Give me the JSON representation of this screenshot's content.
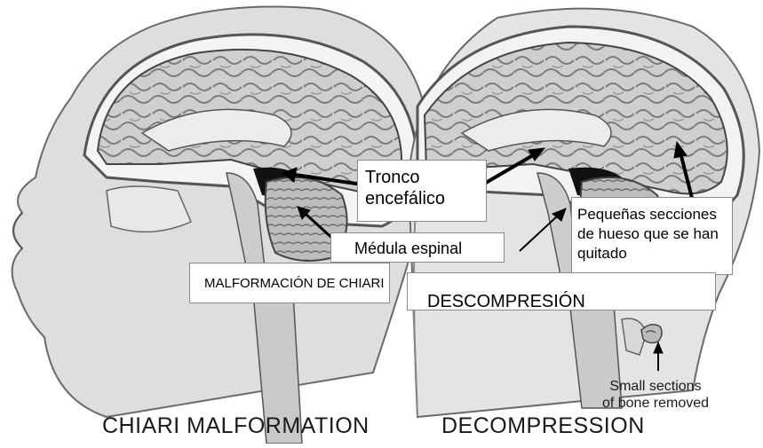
{
  "spanish_labels": {
    "tronco_line1": "Tronco",
    "tronco_line2": "encefálico",
    "medula": "Médula espinal",
    "pequenas_line1": "Pequeñas secciones",
    "pequenas_line2": "de hueso que se han",
    "pequenas_line3": "quitado",
    "malformacion": "MALFORMACIÓN DE CHIARI",
    "descompresion": "DESCOMPRESIÓN"
  },
  "english_labels": {
    "left_caption": "CHIARI MALFORMATION",
    "right_caption": "DECOMPRESSION",
    "bone_line1": "Small sections",
    "bone_line2": "of bone removed"
  },
  "colors": {
    "skin": "#dcdcdc",
    "brain": "#c4c4c4",
    "brain_dark": "#8e8e8e",
    "csf": "#111111",
    "arrow": "#000000"
  }
}
